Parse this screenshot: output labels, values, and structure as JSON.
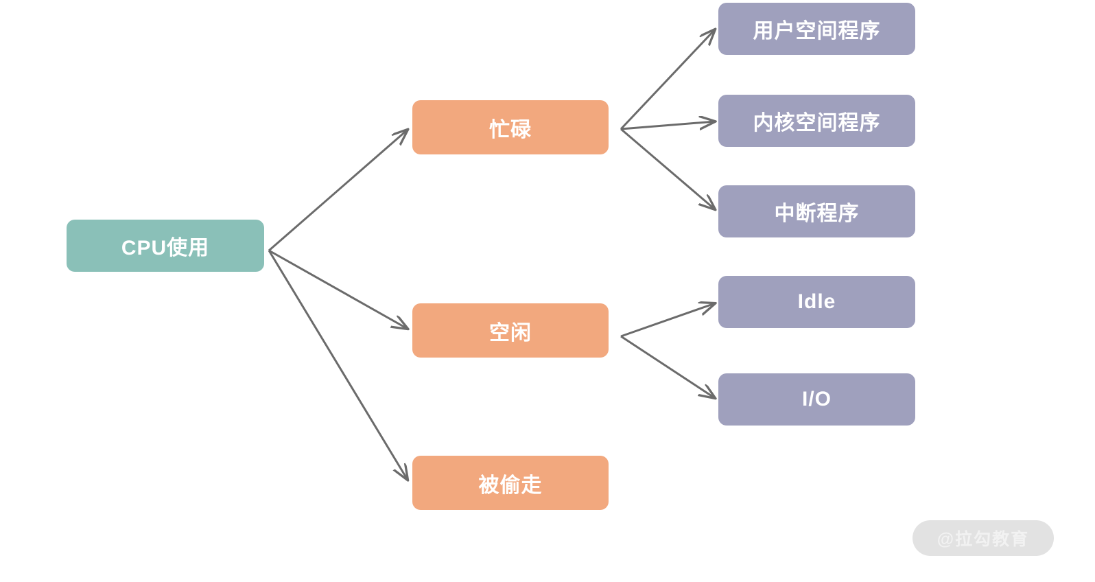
{
  "diagram": {
    "type": "mind-map",
    "title": "CPU使用",
    "background_color": "#ffffff",
    "edge_color": "#6b6b6b",
    "colors": {
      "root": "#8ac0b8",
      "level1": "#f2a87e",
      "level2": "#9fa0bd",
      "text": "#ffffff"
    },
    "root": {
      "label": "CPU使用"
    },
    "branches": [
      {
        "label": "忙碌",
        "children": [
          {
            "label": "用户空间程序"
          },
          {
            "label": "内核空间程序"
          },
          {
            "label": "中断程序"
          }
        ]
      },
      {
        "label": "空闲",
        "children": [
          {
            "label": "Idle"
          },
          {
            "label": "I/O"
          }
        ]
      },
      {
        "label": "被偷走",
        "children": []
      }
    ]
  },
  "watermark": {
    "label": "@拉勾教育"
  }
}
